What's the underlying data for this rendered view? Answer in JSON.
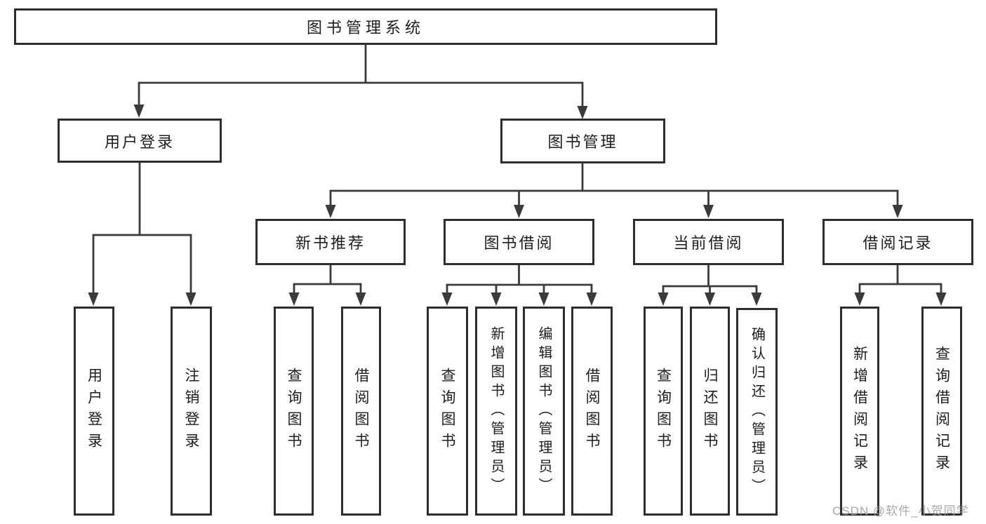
{
  "diagram": {
    "root": "图书管理系统",
    "level2": [
      "用户登录",
      "图书管理"
    ],
    "level3": [
      "新书推荐",
      "图书借阅",
      "当前借阅",
      "借阅记录"
    ],
    "leaves": {
      "user_login": [
        "用户登录",
        "注销登录"
      ],
      "new_book": [
        "查询图书",
        "借阅图书"
      ],
      "book_borrow": [
        "查询图书",
        "新增图书（管理员）",
        "编辑图书（管理员）",
        "借阅图书"
      ],
      "current_borrow": [
        "查询图书",
        "归还图书",
        "确认归还（管理员）"
      ],
      "borrow_records": [
        "新增借阅记录",
        "查询借阅记录"
      ]
    }
  },
  "watermark": {
    "text": "CSDN @软件_小贺同学"
  },
  "colors": {
    "line": "#3a3a3a",
    "border": "#2e2e2e",
    "text": "#1d1d1d",
    "background": "#ffffff",
    "watermark": "#9e9e9e"
  }
}
